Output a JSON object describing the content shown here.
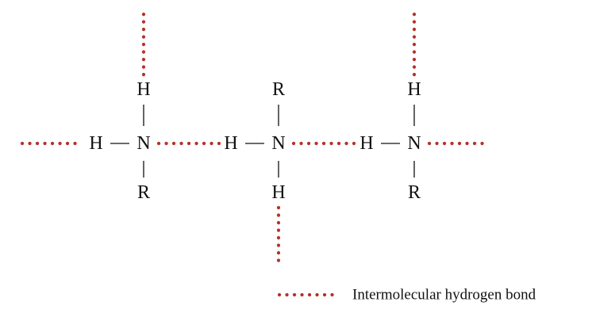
{
  "colors": {
    "hydrogen_bond": "#B5322A",
    "atom_text": "#111111"
  },
  "molecules": [
    {
      "top": "H",
      "left": "H",
      "center": "N",
      "bottom": "R"
    },
    {
      "top": "R",
      "left": "H",
      "center": "N",
      "bottom": "H"
    },
    {
      "top": "H",
      "left": "H",
      "center": "N",
      "bottom": "R"
    }
  ],
  "legend": {
    "label": "Intermolecular hydrogen bond"
  }
}
